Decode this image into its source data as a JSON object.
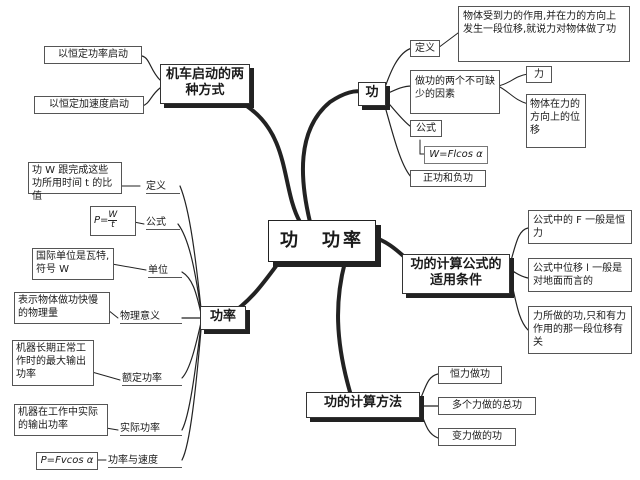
{
  "center": "功　功率",
  "work": {
    "title": "功",
    "definition_label": "定义",
    "definition_text": "物体受到力的作用,并在力的方向上发生一段位移,就说力对物体做了功",
    "factors_label": "做功的两个不可缺少的因素",
    "factor_force": "力",
    "factor_displacement": "物体在力的方向上的位移",
    "formula_label": "公式",
    "formula": "W=Flcos α",
    "sign_label": "正功和负功"
  },
  "startup": {
    "title": "机车启动的两种方式",
    "mode_power": "以恒定功率启动",
    "mode_accel": "以恒定加速度启动"
  },
  "power": {
    "title": "功率",
    "definition_label": "定义",
    "definition_text": "功 W 跟完成这些功所用时间 t 的比值",
    "formula_label": "公式",
    "formula_lhs": "P=",
    "formula_num": "W",
    "formula_den": "t",
    "unit_label": "单位",
    "unit_text": "国际单位是瓦特,符号 W",
    "meaning_label": "物理意义",
    "meaning_text": "表示物体做功快慢的物理量",
    "rated_label": "额定功率",
    "rated_text": "机器长期正常工作时的最大输出功率",
    "actual_label": "实际功率",
    "actual_text": "机器在工作中实际的输出功率",
    "velocity_label": "功率与速度",
    "velocity_formula": "P=Fvcos α"
  },
  "conditions": {
    "title": "功的计算公式的适用条件",
    "c1": "公式中的 F 一般是恒力",
    "c2": "公式中位移 l 一般是对地面而言的",
    "c3": "力所做的功,只和有力作用的那一段位移有关"
  },
  "methods": {
    "title": "功的计算方法",
    "m1": "恒力做功",
    "m2": "多个力做的总功",
    "m3": "变力做的功"
  }
}
